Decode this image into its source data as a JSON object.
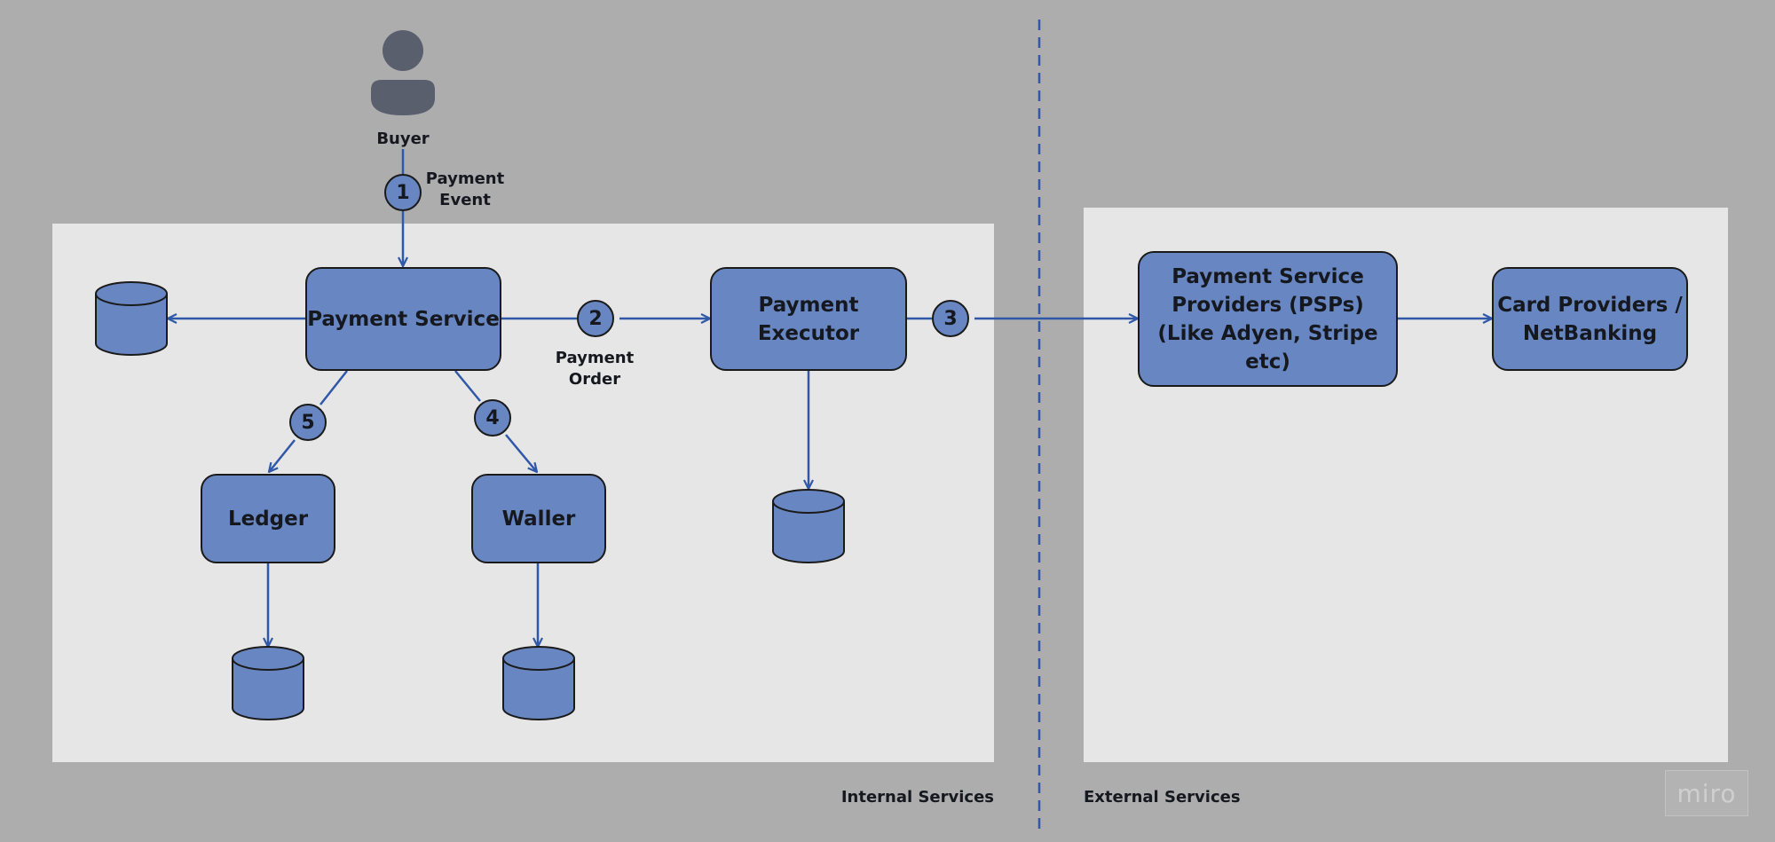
{
  "colors": {
    "background": "#adadad",
    "panel": "#e6e6e6",
    "node_fill": "#6887c2",
    "node_border": "#1a1a1a",
    "connector": "#3058a8",
    "person": "#5a5f6e"
  },
  "actor": {
    "label": "Buyer",
    "icon": "person-icon"
  },
  "nodes": {
    "payment_service": "Payment Service",
    "payment_executor": "Payment\nExecutor",
    "psp": "Payment Service\nProviders (PSPs)\n(Like Adyen, Stripe etc)",
    "card_providers": "Card Providers /\nNetBanking",
    "ledger": "Ledger",
    "waller": "Waller"
  },
  "steps": {
    "s1": "1",
    "s2": "2",
    "s3": "3",
    "s4": "4",
    "s5": "5"
  },
  "edge_labels": {
    "payment_event": "Payment\nEvent",
    "payment_order": "Payment\nOrder"
  },
  "regions": {
    "internal": "Internal Services",
    "external": "External Services"
  },
  "watermark": "miro"
}
